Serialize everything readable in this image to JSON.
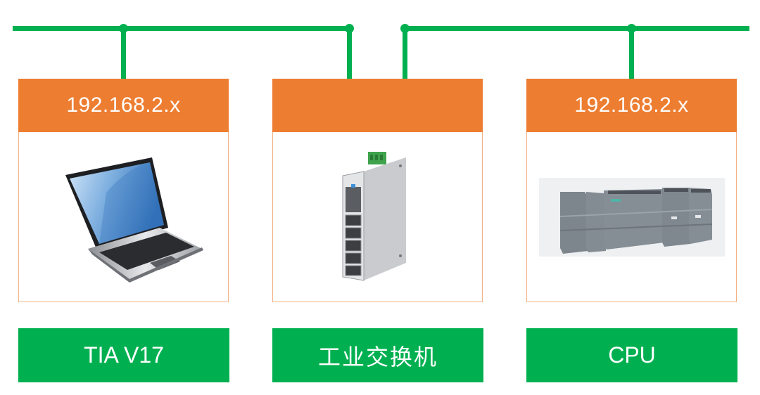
{
  "diagram": {
    "title": "",
    "colors": {
      "bus": "#00b050",
      "header": "#ed7d31",
      "border": "#f4b183",
      "label": "#00b050",
      "text": "#ffffff"
    },
    "nodes": [
      {
        "id": "pc",
        "ip": "192.168.2.x",
        "label": "TIA V17",
        "icon": "laptop-icon"
      },
      {
        "id": "switch",
        "ip": "",
        "label": "工业交换机",
        "icon": "ethernet-switch-icon"
      },
      {
        "id": "cpu",
        "ip": "192.168.2.x",
        "label": "CPU",
        "icon": "plc-cpu-icon"
      }
    ],
    "connections": [
      {
        "from": "pc",
        "to": "switch",
        "type": "ethernet"
      },
      {
        "from": "switch",
        "to": "cpu",
        "type": "ethernet"
      }
    ]
  }
}
